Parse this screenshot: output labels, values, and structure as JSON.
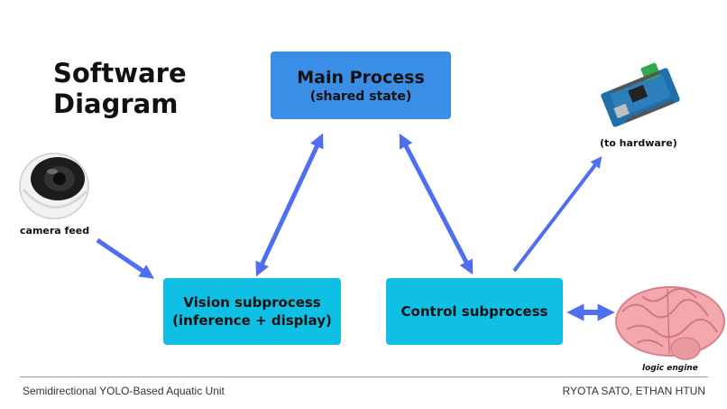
{
  "title": {
    "line1": "Software",
    "line2": "Diagram"
  },
  "nodes": {
    "main": {
      "line1": "Main Process",
      "line2": "(shared state)"
    },
    "vision": {
      "line1": "Vision subprocess",
      "line2": "(inference + display)"
    },
    "control": {
      "label": "Control subprocess"
    }
  },
  "labels": {
    "camera": "camera feed",
    "hardware": "(to hardware)",
    "logic": "logic engine"
  },
  "icons": [
    "camera-icon",
    "microcontroller-board-icon",
    "brain-icon"
  ],
  "edges": [
    {
      "from": "camera",
      "to": "vision",
      "direction": "one-way"
    },
    {
      "from": "vision",
      "to": "main",
      "direction": "two-way"
    },
    {
      "from": "main",
      "to": "control",
      "direction": "two-way"
    },
    {
      "from": "control",
      "to": "hardware",
      "direction": "one-way"
    },
    {
      "from": "control",
      "to": "logic",
      "direction": "two-way"
    }
  ],
  "footer": {
    "left": "Semidirectional YOLO-Based Aquatic Unit",
    "right": "RYOTA SATO, ETHAN HTUN"
  },
  "colors": {
    "main_box": "#3a8ee6",
    "sub_box": "#0fc0e4",
    "arrow": "#4f6ef0",
    "brain": "#f2a8ac"
  }
}
